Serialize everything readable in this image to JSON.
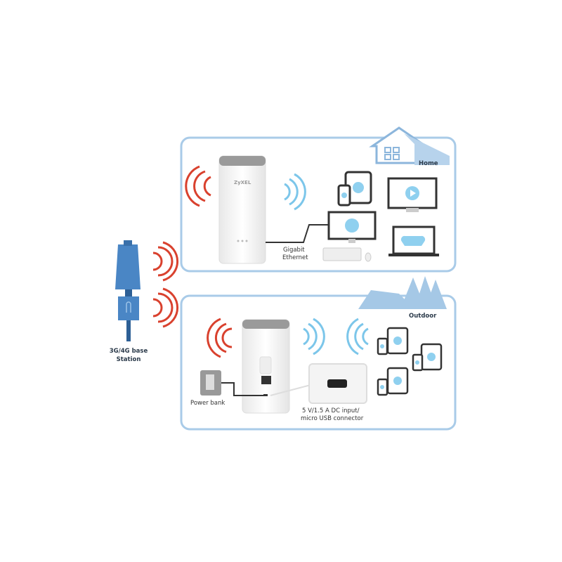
{
  "base_station": {
    "label_line1": "3G/4G base",
    "label_line2": "Station"
  },
  "home": {
    "title": "Home",
    "router_brand": "ZyXEL",
    "cable_label_line1": "Gigabit",
    "cable_label_line2": "Ethernet"
  },
  "outdoor": {
    "title": "Outdoor",
    "power_bank_label": "Power bank",
    "connector_label_line1": "5 V/1.5 A DC input/",
    "connector_label_line2": "micro USB connector"
  },
  "colors": {
    "panel_border": "#a9cbe8",
    "cellular_wave": "#d9412e",
    "wifi_wave": "#7cc6ea",
    "station_blue": "#4a86c5",
    "icon_blue": "#8fd0ef"
  },
  "icons": [
    "cell-tower-icon",
    "router-icon",
    "tablet-icon",
    "phone-icon",
    "desktop-icon",
    "tv-play-icon",
    "laptop-gamepad-icon",
    "house-icon",
    "trees-icon",
    "power-bank-icon",
    "micro-usb-icon"
  ]
}
